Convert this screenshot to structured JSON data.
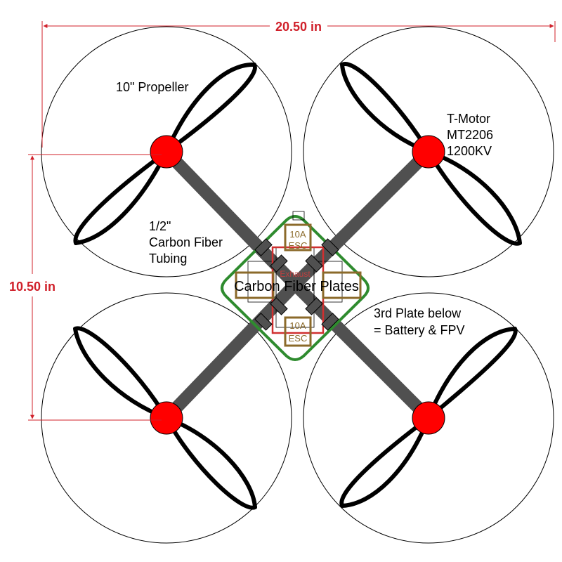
{
  "labels": {
    "propeller": "10\" Propeller",
    "motor": [
      "T-Motor",
      "MT2206",
      "1200KV"
    ],
    "tubing": [
      "1/2\"",
      "Carbon Fiber",
      "Tubing"
    ],
    "plates": "Carbon Fiber Plates",
    "third_plate": [
      "3rd Plate below",
      "= Battery & FPV"
    ],
    "esc_top": [
      "10A",
      "ESC"
    ],
    "esc_bottom": [
      "10A",
      "ESC"
    ],
    "exhaust": "Exhaust"
  },
  "dimensions": {
    "width": "20.50 in",
    "height": "10.50 in"
  },
  "colors": {
    "dimension": "#d0202a",
    "motor": "#ff0000",
    "arm": "#505050",
    "plate_outline": "#2e8b2e",
    "esc": "#8b6a2a",
    "inner_frame": "#d03030"
  }
}
